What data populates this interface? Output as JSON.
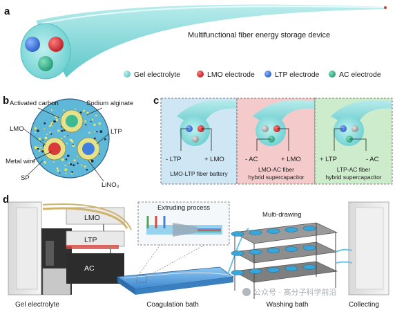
{
  "panel_a": {
    "letter": "a",
    "title": "Multifunctional fiber energy storage device",
    "legend": [
      {
        "label": "Gel electrolyte",
        "color": "#7dd3d3"
      },
      {
        "label": "LMO electrode",
        "color": "#d93a3a"
      },
      {
        "label": "LTP electrode",
        "color": "#3f7fe0"
      },
      {
        "label": "AC electrode",
        "color": "#3fb894"
      }
    ]
  },
  "panel_b": {
    "letter": "b",
    "labels": {
      "activated_carbon": "Activated carbon",
      "sodium_alginate": "Sodium alginate",
      "lmo": "LMO",
      "ltp": "LTP",
      "metal_wire": "Metal wire",
      "sp": "SP",
      "lino3": "LiNO₃"
    }
  },
  "panel_c": {
    "letter": "c",
    "boxes": [
      {
        "neg": "- LTP",
        "pos": "+ LMO",
        "caption1": "LMO-LTP fiber battery",
        "caption2": "",
        "bg": "#cfe6f5"
      },
      {
        "neg": "- AC",
        "pos": "+ LMO",
        "caption1": "LMO-AC fiber",
        "caption2": "hybrid supercapacitor",
        "bg": "#f4caca"
      },
      {
        "neg": "+ LTP",
        "pos": "- AC",
        "caption1": "LTP-AC fiber",
        "caption2": "hybrid supercapacitor",
        "bg": "#cdeccb"
      }
    ]
  },
  "panel_d": {
    "letter": "d",
    "extruding": "Extruding process",
    "multi_drawing": "Multi-drawing",
    "slurry_lmo": "LMO",
    "slurry_ltp": "LTP",
    "slurry_ac": "AC",
    "stations": [
      "Gel electrolyte",
      "Coagulation bath",
      "Washing bath",
      "Collecting"
    ]
  },
  "watermark": "公众号 · 高分子科学前沿"
}
